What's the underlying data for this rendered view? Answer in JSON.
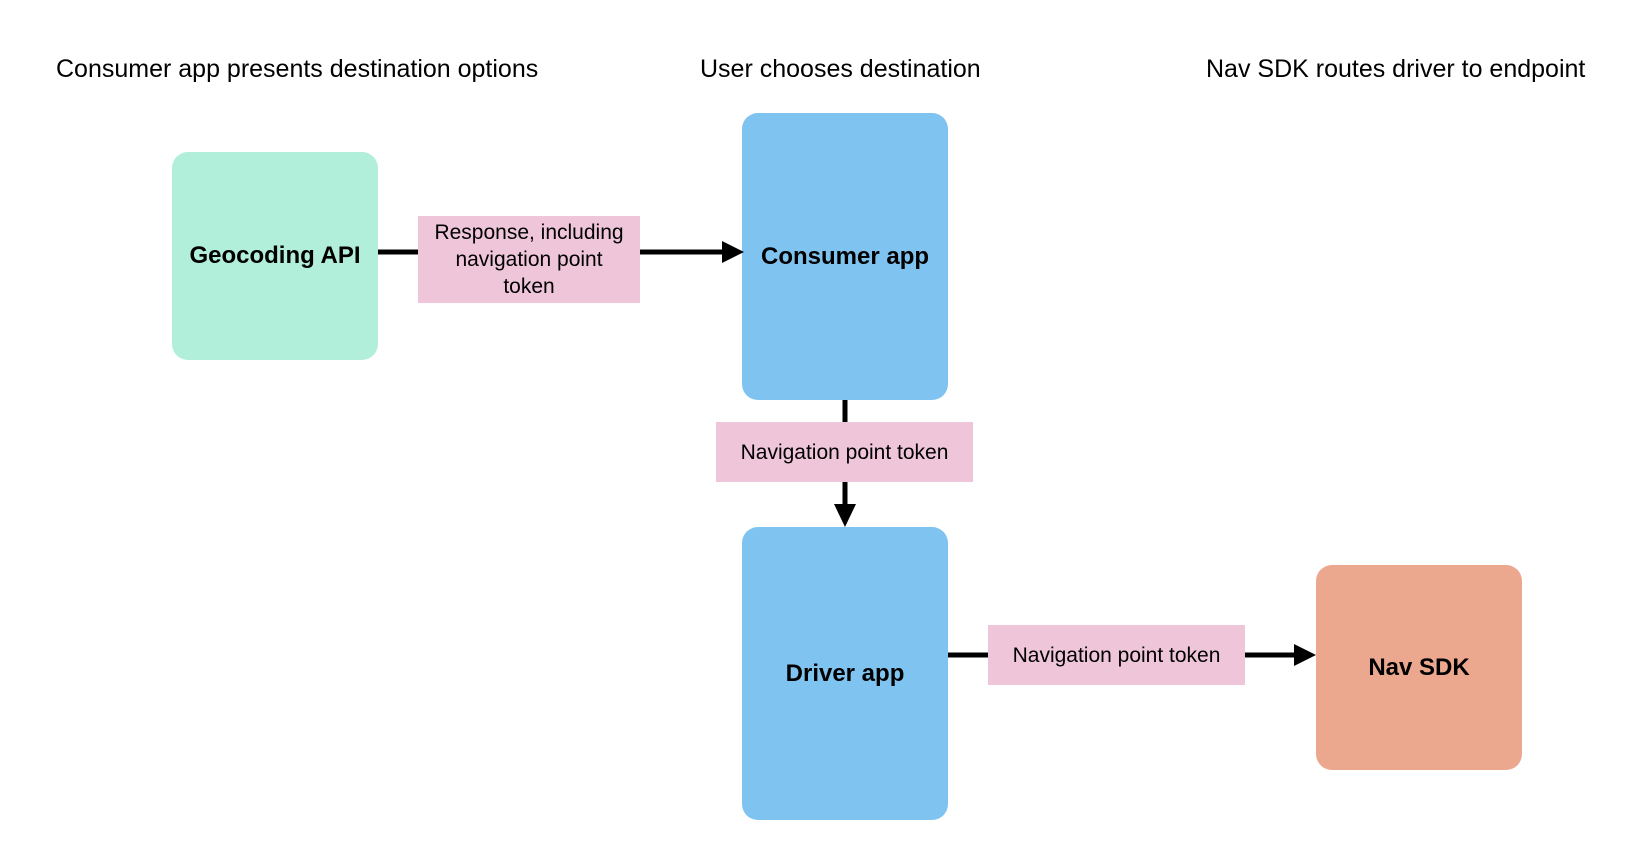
{
  "diagram": {
    "background_color": "#ffffff",
    "columns": [
      {
        "id": "col-1",
        "label": "Consumer app presents destination options"
      },
      {
        "id": "col-2",
        "label": "User chooses destination"
      },
      {
        "id": "col-3",
        "label": "Nav SDK routes driver to endpoint"
      }
    ],
    "nodes": [
      {
        "id": "geocoding-api",
        "label": "Geocoding API",
        "color": "#b2efdb"
      },
      {
        "id": "consumer-app",
        "label": "Consumer app",
        "color": "#7fc3f0"
      },
      {
        "id": "driver-app",
        "label": "Driver app",
        "color": "#7fc3f0"
      },
      {
        "id": "nav-sdk",
        "label": "Nav SDK",
        "color": "#eba88f"
      }
    ],
    "edges": [
      {
        "id": "geocoding-to-consumer",
        "label": "Response, including navigation point token",
        "label_color": "#efc6d9",
        "from": "geocoding-api",
        "to": "consumer-app",
        "direction": "right"
      },
      {
        "id": "consumer-to-driver",
        "label": "Navigation point token",
        "label_color": "#efc6d9",
        "from": "consumer-app",
        "to": "driver-app",
        "direction": "down"
      },
      {
        "id": "driver-to-navsdk",
        "label": "Navigation point token",
        "label_color": "#efc6d9",
        "from": "driver-app",
        "to": "nav-sdk",
        "direction": "right"
      }
    ],
    "arrow_color": "#000000"
  }
}
